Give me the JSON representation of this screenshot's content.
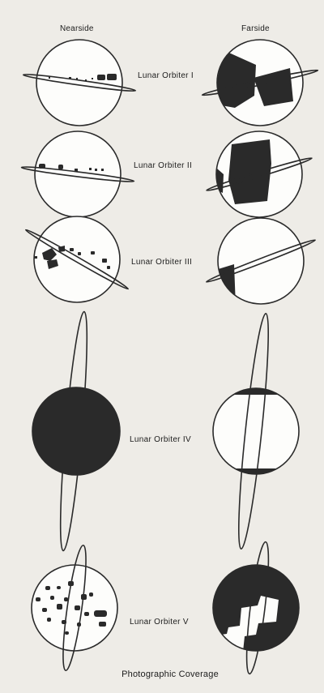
{
  "columns": {
    "nearside": "Nearside",
    "farside": "Farside"
  },
  "rows": [
    {
      "label": "Lunar Orbiter I"
    },
    {
      "label": "Lunar Orbiter II"
    },
    {
      "label": "Lunar Orbiter III"
    },
    {
      "label": "Lunar Orbiter IV"
    },
    {
      "label": "Lunar Orbiter V"
    }
  ],
  "caption": "Photographic Coverage",
  "colors": {
    "ink": "#2a2a2a",
    "paper": "#eeece7",
    "disc": "#fdfdfb"
  }
}
